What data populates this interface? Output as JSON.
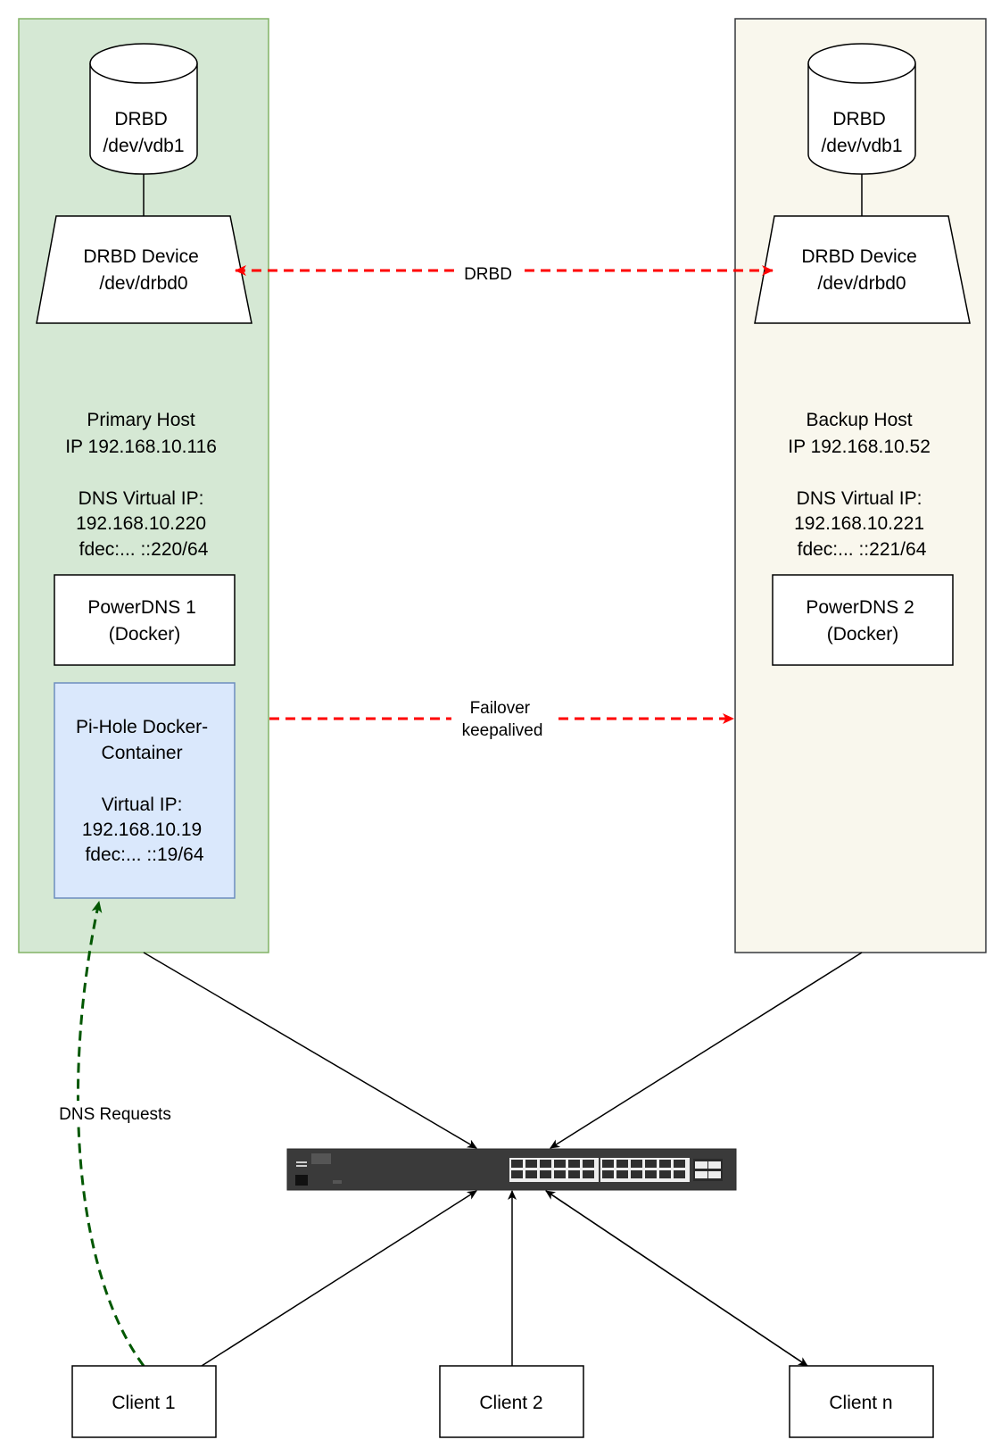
{
  "colors": {
    "primary_fill": "#d5e8d4",
    "primary_stroke": "#82b366",
    "backup_fill": "#f9f7ed",
    "backup_stroke": "#36393d",
    "pihole_fill": "#dae8fc",
    "pihole_stroke": "#6c8ebf",
    "drbd_link": "#ff0000",
    "failover_link": "#ff0000",
    "dns_request_link": "#005700",
    "line": "#000000",
    "switch_body": "#3a3a3a"
  },
  "primary_host": {
    "disk": [
      "DRBD",
      "/dev/vdb1"
    ],
    "device": [
      "DRBD Device",
      "/dev/drbd0"
    ],
    "info": [
      "Primary Host",
      "IP 192.168.10.116",
      "",
      "DNS Virtual IP:",
      "192.168.10.220",
      "fdec:... ::220/64"
    ],
    "powerdns": [
      "PowerDNS 1",
      "(Docker)"
    ],
    "pihole": [
      "Pi-Hole Docker-",
      "Container",
      "",
      "Virtual IP:",
      "192.168.10.19",
      "fdec:... ::19/64"
    ]
  },
  "backup_host": {
    "disk": [
      "DRBD",
      "/dev/vdb1"
    ],
    "device": [
      "DRBD Device",
      "/dev/drbd0"
    ],
    "info": [
      "Backup Host",
      "IP 192.168.10.52",
      "",
      "DNS Virtual IP:",
      "192.168.10.221",
      "fdec:... ::221/64"
    ],
    "powerdns": [
      "PowerDNS 2",
      "(Docker)"
    ]
  },
  "links": {
    "drbd_label": "DRBD",
    "failover_label": [
      "Failover",
      "keepalived"
    ],
    "dns_requests_label": "DNS Requests"
  },
  "switch": {
    "icon": "network-switch-icon"
  },
  "clients": [
    "Client 1",
    "Client 2",
    "Client n"
  ]
}
